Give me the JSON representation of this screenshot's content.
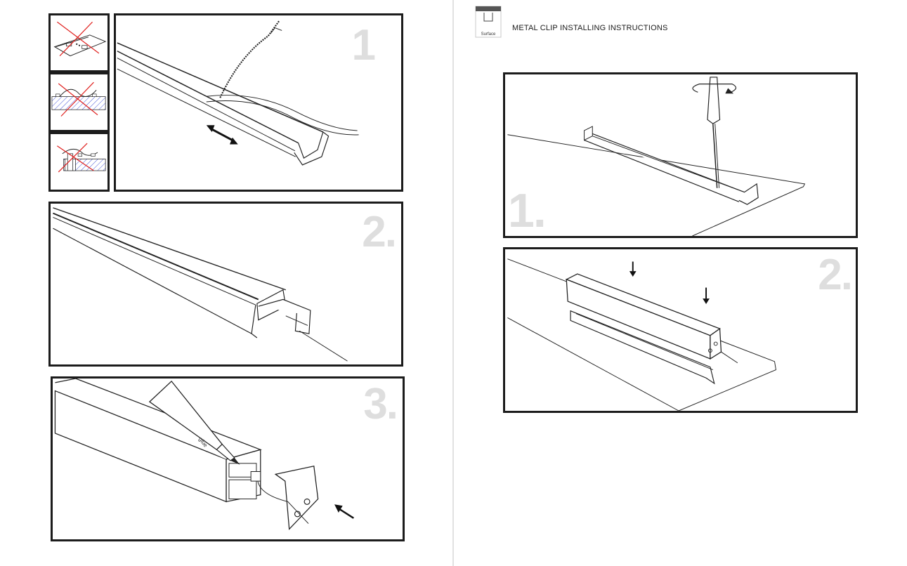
{
  "left_page": {
    "step1": {
      "number": "1"
    },
    "step2": {
      "number": "2."
    },
    "step3": {
      "number": "3.",
      "glue_label": "glue"
    }
  },
  "right_page": {
    "header": {
      "title": "METAL CLIP INSTALLING INSTRUCTIONS",
      "surface_label": "Surface"
    },
    "step1": {
      "number": "1."
    },
    "step2": {
      "number": "2."
    }
  },
  "colors": {
    "frame": "#1c1c1c",
    "step_number": "#dedede",
    "hatch": "#3a4bd6",
    "cross": "#e0211f"
  }
}
